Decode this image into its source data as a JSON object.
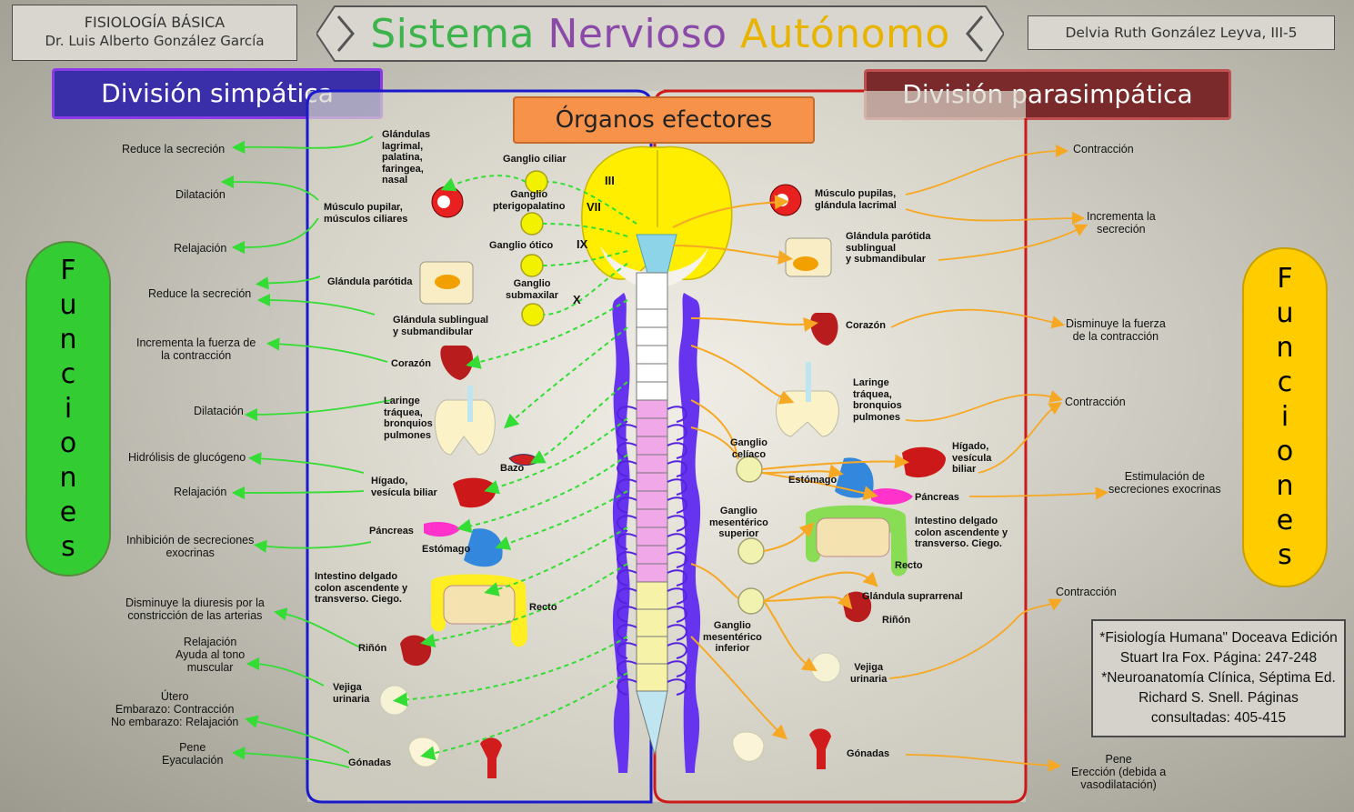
{
  "header": {
    "course": "FISIOLOGÍA BÁSICA",
    "professor": "Dr. Luis Alberto González García",
    "student": "Delvia Ruth González Leyva, III-5",
    "title_words": [
      {
        "text": "Sistema",
        "color": "#3cb44b"
      },
      {
        "text": "Nervioso",
        "color": "#8b4aa8"
      },
      {
        "text": "Autónomo",
        "color": "#e8b400"
      }
    ]
  },
  "divisions": {
    "sympathetic": "División simpática",
    "parasympathetic": "División parasimpática",
    "organs": "Órganos efectores",
    "sympathetic_color": "#6a2fd6",
    "parasympathetic_color": "#8b2a2a"
  },
  "funciones_label": [
    "F",
    "u",
    "n",
    "c",
    "i",
    "o",
    "n",
    "e",
    "s"
  ],
  "sympathetic_functions": [
    "Reduce la secreción",
    "Dilatación",
    "Relajación",
    "Reduce la secreción",
    "Incrementa la fuerza de\nla contracción",
    "Dilatación",
    "Hidrólisis de glucógeno",
    "Relajación",
    "Inhibición de secreciones\nexocrinas",
    "Disminuye la diuresis por la\nconstricción de las arterias",
    "Relajación\nAyuda al tono\nmuscular",
    "Útero\nEmbarazo: Contracción\nNo embarazo: Relajación",
    "Pene\nEyaculación"
  ],
  "parasympathetic_functions": [
    "Contracción",
    "Incrementa la\nsecreción",
    "Disminuye la fuerza\nde la contracción",
    "Contracción",
    "Estimulación de\nsecreciones exocrinas",
    "Contracción",
    "Pene\nErección (debida a\nvasodilatación)"
  ],
  "sympathetic_organs": [
    "Glándulas\nlagrimal,\npalatina,\nfaringea,\nnasal",
    "Músculo pupilar,\nmúsculos ciliares",
    "Glándula parótida",
    "Glándula sublingual\ny submandibular",
    "Corazón",
    "Laringe\ntráquea,\nbronquios\npulmones",
    "Bazo",
    "Hígado,\nvesícula biliar",
    "Páncreas",
    "Estómago",
    "Intestino delgado\ncolon ascendente y\ntransverso. Ciego.",
    "Recto",
    "Riñón",
    "Vejiga\nurinaria",
    "Gónadas"
  ],
  "ganglia_left": [
    "Ganglio ciliar",
    "Ganglio\npterigopalatino",
    "Ganglio ótico",
    "Ganglio\nsubmaxilar"
  ],
  "cranial_nerves": [
    "III",
    "VII",
    "IX",
    "X"
  ],
  "parasympathetic_organs": [
    "Músculo pupilas,\nglándula lacrimal",
    "Glándula parótida\nsublingual\ny submandibular",
    "Corazón",
    "Laringe\ntráquea,\nbronquios\npulmones",
    "Hígado,\nvesícula\nbiliar",
    "Páncreas",
    "Intestino delgado\ncolon ascendente y\ntransverso. Ciego.",
    "Recto",
    "Glándula suprarrenal",
    "Riñón",
    "Vejiga\nurinaria",
    "Gónadas"
  ],
  "ganglia_right": [
    "Ganglio\ncelíaco",
    "Estómago",
    "Ganglio\nmesentérico\nsuperior",
    "Ganglio\nmesentérico\ninferior"
  ],
  "references": [
    "*Fisiología Humana\" Doceava Edición",
    "Stuart Ira Fox. Página: 247-248",
    "*Neuroanatomía Clínica, Séptima Ed.",
    "Richard S. Snell. Páginas",
    "consultadas: 405-415"
  ],
  "colors": {
    "sympathetic_arrow": "#33dd33",
    "parasympathetic_arrow": "#f7a823",
    "funciones_left": "#33cc33",
    "funciones_right": "#ffcc00",
    "brain": "#ffee00",
    "spine": "#6633ee"
  }
}
